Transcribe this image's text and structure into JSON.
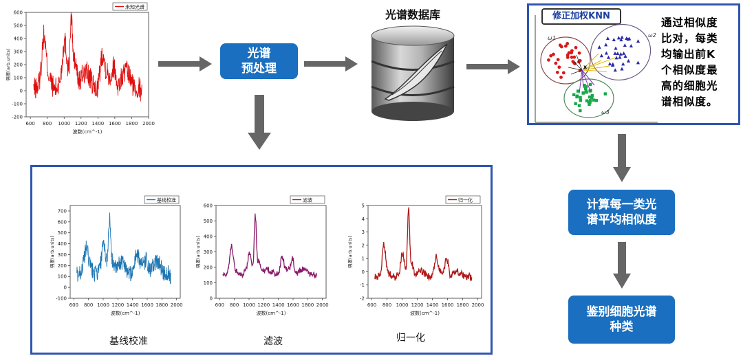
{
  "flow": {
    "preprocess_label": "光谱\n预处理",
    "database_label": "光谱数据库",
    "compute_label": "计算每一类光\n谱平均相似度",
    "identify_label": "鉴别细胞光谱\n种类"
  },
  "knn": {
    "title": "修正加权KNN",
    "class_labels": [
      "ω1",
      "ω2",
      "ω3"
    ],
    "query_label": "x",
    "description": "通过相似度\n比对，每类\n均输出前K\n个相似度最\n高的细胞光\n谱相似度。"
  },
  "panels": {
    "baseline_caption": "基线校准",
    "filter_caption": "滤波",
    "normalize_caption": "归一化"
  },
  "chart_data": [
    {
      "type": "line",
      "legend": "未知光谱",
      "xlabel": "波数(cm^-1)",
      "ylabel": "强度(arb.units)",
      "xlim": [
        550,
        2000
      ],
      "ylim": [
        -200,
        600
      ],
      "xticks": [
        "600",
        "800",
        "1000",
        "1200",
        "1400",
        "1600",
        "1800",
        "2000"
      ],
      "yticks": [
        "-200",
        "-100",
        "0",
        "100",
        "200",
        "300",
        "400",
        "500",
        "600"
      ],
      "color": "#e01010",
      "peaks": [
        [
          760,
          360
        ],
        [
          1005,
          320
        ],
        [
          1085,
          550
        ],
        [
          1130,
          280
        ],
        [
          1450,
          250
        ],
        [
          1590,
          240
        ]
      ],
      "baseline": 80,
      "noise": 110
    },
    {
      "type": "line",
      "legend": "基线校准",
      "xlabel": "波数(cm^-1)",
      "ylabel": "强度(arb.units)",
      "xlim": [
        550,
        2050
      ],
      "ylim": [
        -100,
        750
      ],
      "xticks": [
        "600",
        "800",
        "1000",
        "1200",
        "1400",
        "1600",
        "1800",
        "2000"
      ],
      "yticks": [
        "-100",
        "0",
        "100",
        "200",
        "300",
        "400",
        "500",
        "600",
        "700"
      ],
      "color": "#1f77b4",
      "peaks": [
        [
          770,
          300
        ],
        [
          1005,
          320
        ],
        [
          1085,
          640
        ],
        [
          1130,
          300
        ],
        [
          1450,
          280
        ],
        [
          1590,
          300
        ]
      ],
      "baseline": 180,
      "noise": 95
    },
    {
      "type": "line",
      "legend": "滤波",
      "xlabel": "波数(cm^-1)",
      "ylabel": "强度(arb.units)",
      "xlim": [
        550,
        2050
      ],
      "ylim": [
        0,
        600
      ],
      "xticks": [
        "600",
        "800",
        "1000",
        "1200",
        "1400",
        "1600",
        "1800",
        "2000"
      ],
      "yticks": [
        "0",
        "100",
        "200",
        "300",
        "400",
        "500",
        "600"
      ],
      "color": "#8b1a6b",
      "peaks": [
        [
          760,
          330
        ],
        [
          1005,
          280
        ],
        [
          1085,
          530
        ],
        [
          1130,
          250
        ],
        [
          1450,
          260
        ],
        [
          1590,
          270
        ]
      ],
      "baseline": 170,
      "noise": 25
    },
    {
      "type": "line",
      "legend": "归一化",
      "xlabel": "波数(cm^-1)",
      "ylabel": "强度(arb.units)",
      "xlim": [
        550,
        2050
      ],
      "ylim": [
        -2,
        5
      ],
      "xticks": [
        "600",
        "800",
        "1000",
        "1200",
        "1400",
        "1600",
        "1800",
        "2000"
      ],
      "yticks": [
        "-2",
        "-1",
        "0",
        "1",
        "2",
        "3",
        "4",
        "5"
      ],
      "color": "#b01818",
      "peaks": [
        [
          760,
          1.8
        ],
        [
          1005,
          1.2
        ],
        [
          1085,
          4.6
        ],
        [
          1130,
          0.8
        ],
        [
          1450,
          1.0
        ],
        [
          1590,
          1.2
        ]
      ],
      "baseline": -0.2,
      "noise": 0.35
    }
  ]
}
